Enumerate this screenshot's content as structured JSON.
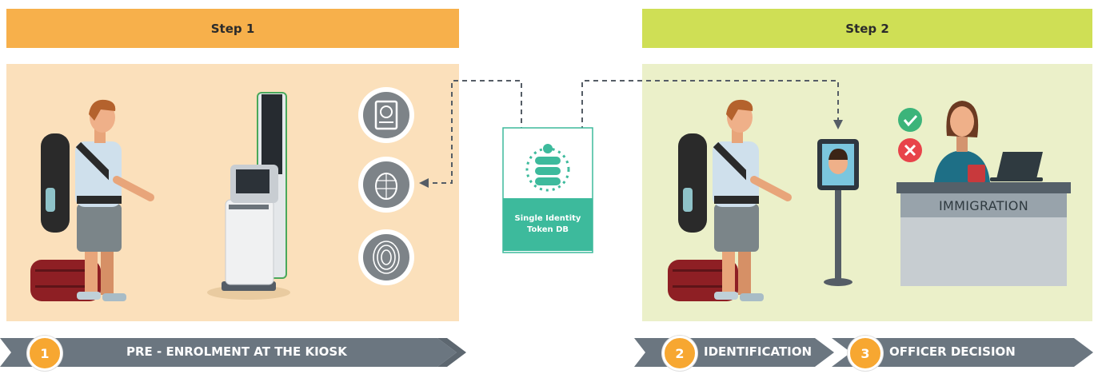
{
  "steps": [
    {
      "header": "Step 1"
    },
    {
      "header": "Step 2"
    }
  ],
  "database": {
    "label": "Single Identity Token DB",
    "icon": "database-face-icon"
  },
  "counter": {
    "label": "IMMIGRATION"
  },
  "kiosk_icons": [
    "passport-icon",
    "face-scan-icon",
    "fingerprint-icon"
  ],
  "decision_icons": [
    "check-icon",
    "cross-icon"
  ],
  "stages": [
    {
      "number": "1",
      "label": "PRE - ENROLMENT AT THE KIOSK"
    },
    {
      "number": "2",
      "label": "IDENTIFICATION"
    },
    {
      "number": "3",
      "label": "OFFICER DECISION"
    }
  ],
  "colors": {
    "step1_header": "#f7b04b",
    "step1_panel": "#fbe0bb",
    "step2_header": "#cfdf55",
    "step2_panel": "#ebf0c9",
    "database_accent": "#3dba9c",
    "banner": "#6b7680",
    "badge": "#f7a731"
  }
}
